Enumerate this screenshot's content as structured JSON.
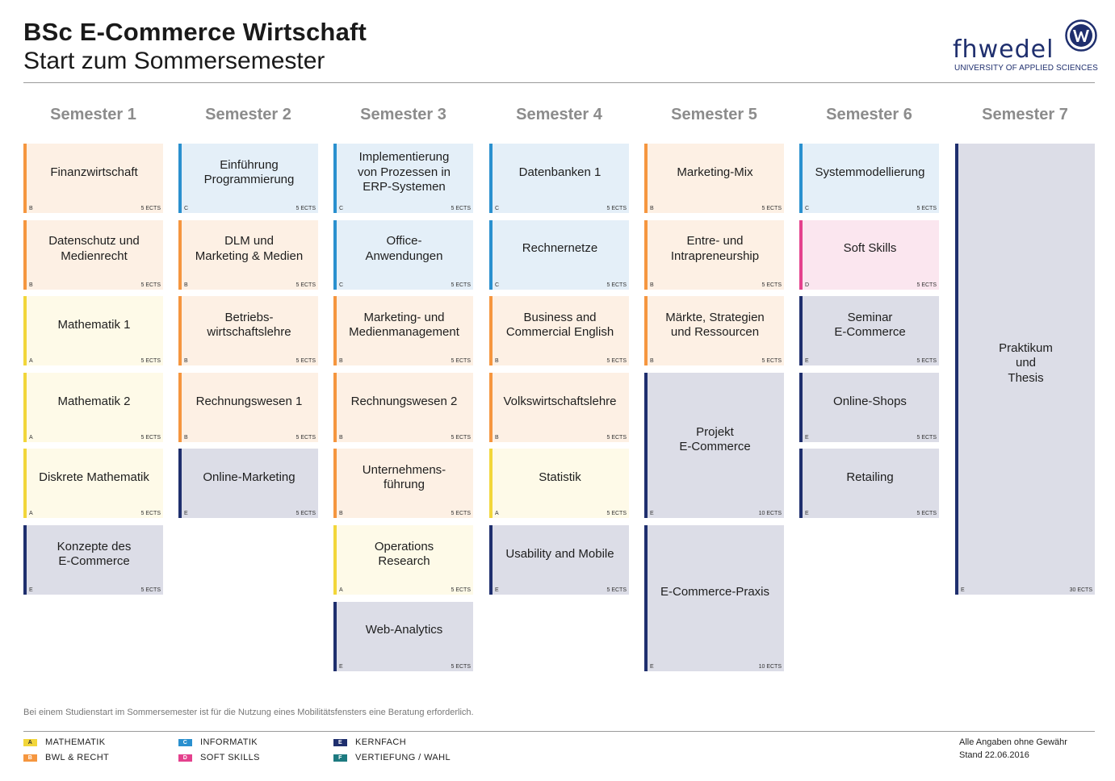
{
  "header": {
    "title": "BSc E-Commerce Wirtschaft",
    "subtitle": "Start zum Sommersemester"
  },
  "logo": {
    "text": "fhwedel",
    "subtitle": "UNIVERSITY OF APPLIED SCIENCES",
    "badge_icon": "fh-wedel-badge-icon"
  },
  "colors": {
    "A": {
      "border": "#f2d63a",
      "bg": "#fefae8"
    },
    "B": {
      "border": "#f5963f",
      "bg": "#fdf0e4"
    },
    "C": {
      "border": "#2a90cf",
      "bg": "#e4eff8"
    },
    "D": {
      "border": "#e4418d",
      "bg": "#fbe6ef"
    },
    "E": {
      "border": "#1f2f6e",
      "bg": "#dcdde7"
    },
    "F": {
      "border": "#1d7a80",
      "bg": "#dfeeee"
    }
  },
  "semesters": [
    {
      "label": "Semester 1",
      "modules": [
        {
          "name": "Finanzwirtschaft",
          "cat": "B",
          "ects": "5 ECTS",
          "span": 1
        },
        {
          "name": "Datenschutz und\nMedienrecht",
          "cat": "B",
          "ects": "5 ECTS",
          "span": 1
        },
        {
          "name": "Mathematik 1",
          "cat": "A",
          "ects": "5 ECTS",
          "span": 1
        },
        {
          "name": "Mathematik 2",
          "cat": "A",
          "ects": "5 ECTS",
          "span": 1
        },
        {
          "name": "Diskrete Mathematik",
          "cat": "A",
          "ects": "5 ECTS",
          "span": 1
        },
        {
          "name": "Konzepte des\nE-Commerce",
          "cat": "E",
          "ects": "5 ECTS",
          "span": 1
        }
      ]
    },
    {
      "label": "Semester 2",
      "modules": [
        {
          "name": "Einführung\nProgrammierung",
          "cat": "C",
          "ects": "5 ECTS",
          "span": 1
        },
        {
          "name": "DLM und\nMarketing & Medien",
          "cat": "B",
          "ects": "5 ECTS",
          "span": 1
        },
        {
          "name": "Betriebs-\nwirtschaftslehre",
          "cat": "B",
          "ects": "5 ECTS",
          "span": 1
        },
        {
          "name": "Rechnungswesen 1",
          "cat": "B",
          "ects": "5 ECTS",
          "span": 1
        },
        {
          "name": "Online-Marketing",
          "cat": "E",
          "ects": "5 ECTS",
          "span": 1
        }
      ]
    },
    {
      "label": "Semester 3",
      "modules": [
        {
          "name": "Implementierung\nvon Prozessen in\nERP-Systemen",
          "cat": "C",
          "ects": "5 ECTS",
          "span": 1
        },
        {
          "name": "Office-\nAnwendungen",
          "cat": "C",
          "ects": "5 ECTS",
          "span": 1
        },
        {
          "name": "Marketing- und\nMedienmanagement",
          "cat": "B",
          "ects": "5 ECTS",
          "span": 1
        },
        {
          "name": "Rechnungswesen 2",
          "cat": "B",
          "ects": "5 ECTS",
          "span": 1
        },
        {
          "name": "Unternehmens-\nführung",
          "cat": "B",
          "ects": "5 ECTS",
          "span": 1
        },
        {
          "name": "Operations\nResearch",
          "cat": "A",
          "ects": "5 ECTS",
          "span": 1
        },
        {
          "name": "Web-Analytics",
          "cat": "E",
          "ects": "5 ECTS",
          "span": 1
        }
      ]
    },
    {
      "label": "Semester 4",
      "modules": [
        {
          "name": "Datenbanken 1",
          "cat": "C",
          "ects": "5 ECTS",
          "span": 1
        },
        {
          "name": "Rechnernetze",
          "cat": "C",
          "ects": "5 ECTS",
          "span": 1
        },
        {
          "name": "Business and\nCommercial English",
          "cat": "B",
          "ects": "5 ECTS",
          "span": 1
        },
        {
          "name": "Volkswirtschaftslehre",
          "cat": "B",
          "ects": "5 ECTS",
          "span": 1
        },
        {
          "name": "Statistik",
          "cat": "A",
          "ects": "5 ECTS",
          "span": 1
        },
        {
          "name": "Usability and Mobile",
          "cat": "E",
          "ects": "5 ECTS",
          "span": 1
        }
      ]
    },
    {
      "label": "Semester 5",
      "modules": [
        {
          "name": "Marketing-Mix",
          "cat": "B",
          "ects": "5 ECTS",
          "span": 1
        },
        {
          "name": "Entre- und\nIntrapreneurship",
          "cat": "B",
          "ects": "5 ECTS",
          "span": 1
        },
        {
          "name": "Märkte, Strategien\nund Ressourcen",
          "cat": "B",
          "ects": "5 ECTS",
          "span": 1
        },
        {
          "name": "Projekt\nE-Commerce",
          "cat": "E",
          "ects": "10 ECTS",
          "span": 2
        },
        {
          "name": "E-Commerce-Praxis",
          "cat": "E",
          "ects": "10 ECTS",
          "span": 2
        }
      ]
    },
    {
      "label": "Semester 6",
      "modules": [
        {
          "name": "Systemmodellierung",
          "cat": "C",
          "ects": "5 ECTS",
          "span": 1
        },
        {
          "name": "Soft Skills",
          "cat": "D",
          "ects": "5 ECTS",
          "span": 1
        },
        {
          "name": "Seminar\nE-Commerce",
          "cat": "E",
          "ects": "5 ECTS",
          "span": 1
        },
        {
          "name": "Online-Shops",
          "cat": "E",
          "ects": "5 ECTS",
          "span": 1
        },
        {
          "name": "Retailing",
          "cat": "E",
          "ects": "5 ECTS",
          "span": 1
        }
      ]
    },
    {
      "label": "Semester 7",
      "modules": [
        {
          "name": "Praktikum\nund\nThesis",
          "cat": "E",
          "ects": "30 ECTS",
          "span": 6
        }
      ]
    }
  ],
  "note": "Bei einem Studienstart im Sommersemester ist für die Nutzung eines Mobilitätsfensters eine Beratung erforderlich.",
  "legend": [
    {
      "code": "A",
      "label": "MATHEMATIK"
    },
    {
      "code": "B",
      "label": "BWL & RECHT"
    },
    {
      "code": "C",
      "label": "INFORMATIK"
    },
    {
      "code": "D",
      "label": "SOFT SKILLS"
    },
    {
      "code": "E",
      "label": "KERNFACH"
    },
    {
      "code": "F",
      "label": "VERTIEFUNG / WAHL"
    }
  ],
  "disclaimer": {
    "line1": "Alle Angaben ohne Gewähr",
    "line2": "Stand 22.06.2016"
  }
}
